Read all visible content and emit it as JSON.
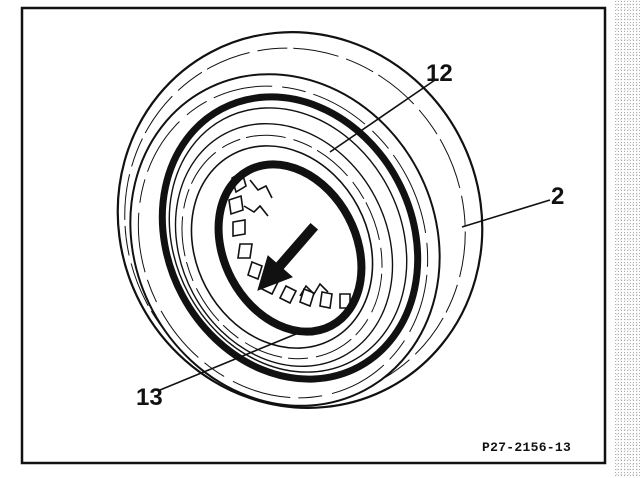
{
  "callouts": {
    "seal_ring": "12",
    "housing": "2",
    "inner_ring": "13"
  },
  "figure_code": "P27-2156-13",
  "colors": {
    "ink": "#111111",
    "paper": "#ffffff",
    "stipple": "#9a9a9a"
  }
}
